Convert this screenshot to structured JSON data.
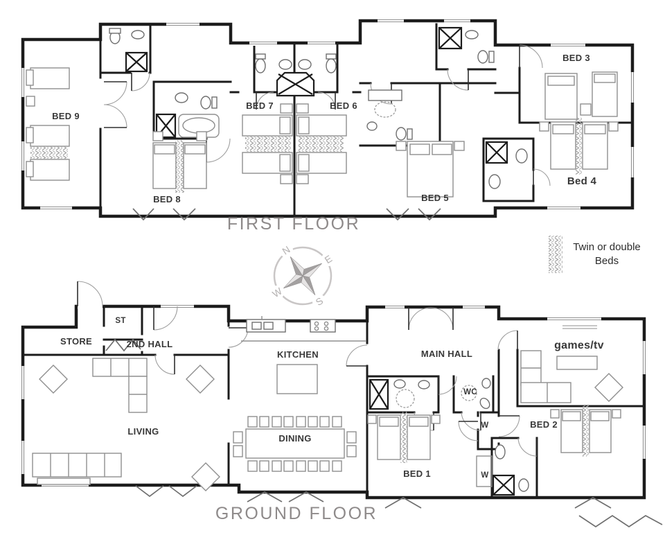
{
  "document": {
    "type": "floor-plan",
    "background": "#ffffff"
  },
  "first_floor": {
    "title": "FIRST FLOOR",
    "rooms": {
      "bed9": "BED 9",
      "bed8": "BED 8",
      "bed7": "BED 7",
      "bed6": "BED 6",
      "bed5": "BED 5",
      "bed3": "BED 3",
      "bed4": "Bed 4"
    }
  },
  "ground_floor": {
    "title": "GROUND FLOOR",
    "rooms": {
      "store": "STORE",
      "st": "ST",
      "second_hall": "2ND HALL",
      "kitchen": "KITCHEN",
      "main_hall": "MAIN HALL",
      "games_tv": "games/tv",
      "living": "LIVING",
      "dining": "DINING",
      "bed1": "BED 1",
      "bed2": "BED 2",
      "wc": "WC",
      "wardrobe_upper": "W",
      "wardrobe_lower": "W"
    }
  },
  "compass": {
    "north": "N",
    "east": "E",
    "south": "S",
    "west": "W"
  },
  "legend": {
    "line1": "Twin or double",
    "line2": "Beds",
    "swatch": "twin-or-double-bed-hatch"
  },
  "colors": {
    "wall": "#1c1c1c",
    "furniture": "#8f8f8f",
    "label": "#383838",
    "title": "#8e8a8a",
    "hatch": "#9c9c9c"
  }
}
